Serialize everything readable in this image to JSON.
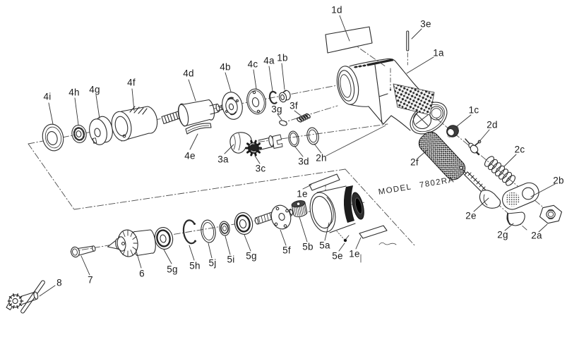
{
  "diagram": {
    "model_text": "MODEL 7802RA"
  },
  "labels": {
    "k1d": "1d",
    "k3e": "3e",
    "k1a": "1a",
    "k1c": "1c",
    "k2d": "2d",
    "k2c": "2c",
    "k2b": "2b",
    "k2f": "2f",
    "k2e": "2e",
    "k2g": "2g",
    "k2a": "2a",
    "k4i": "4i",
    "k4h": "4h",
    "k4g": "4g",
    "k4f": "4f",
    "k4d": "4d",
    "k4e": "4e",
    "k4b": "4b",
    "k4c": "4c",
    "k4a": "4a",
    "k1b": "1b",
    "k3g": "3g",
    "k3f": "3f",
    "k3a": "3a",
    "k3c": "3c",
    "k3d": "3d",
    "k2h": "2h",
    "k8": "8",
    "k7": "7",
    "k6": "6",
    "k5g1": "5g",
    "k5h": "5h",
    "k5j": "5j",
    "k5i": "5i",
    "k5g2": "5g",
    "k5f": "5f",
    "k5b": "5b",
    "k5a": "5a",
    "k5e": "5e",
    "k1e1": "1e",
    "k1e2": "1e"
  },
  "colors": {
    "ink": "#2b2b2b",
    "paper": "#ffffff"
  }
}
